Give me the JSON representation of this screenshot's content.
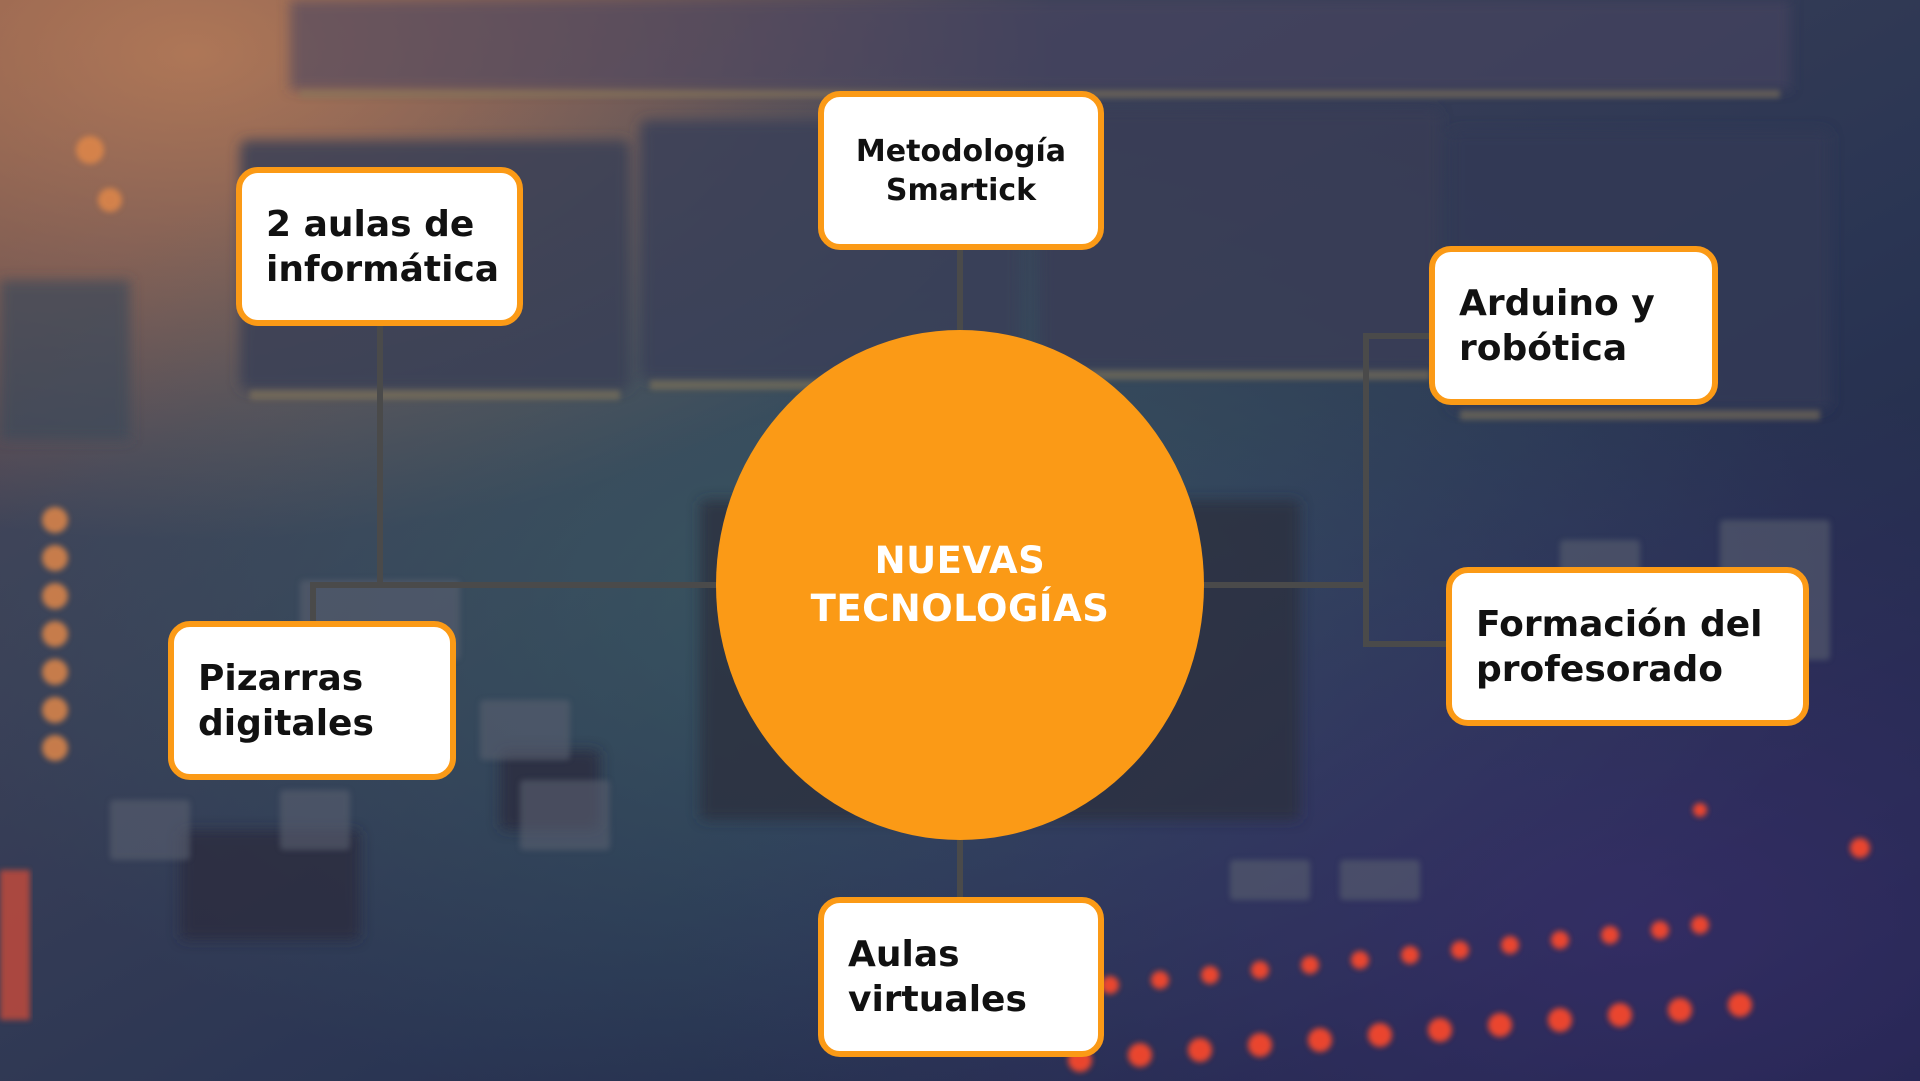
{
  "center": {
    "label": "NUEVAS TECNOLOGÍAS"
  },
  "nodes": {
    "metodologia": "Metodología\nSmartick",
    "aulas_informatica": "2 aulas de\ninformática",
    "arduino": "Arduino y\nrobótica",
    "pizarras": "Pizarras\ndigitales",
    "formacion": "Formación del\nprofesorado",
    "aulas_virtuales": "Aulas\nvirtuales"
  },
  "colors": {
    "accent": "#fb9a16",
    "connector": "#4a4a4a",
    "node_bg": "#ffffff",
    "center_text": "#ffffff"
  }
}
